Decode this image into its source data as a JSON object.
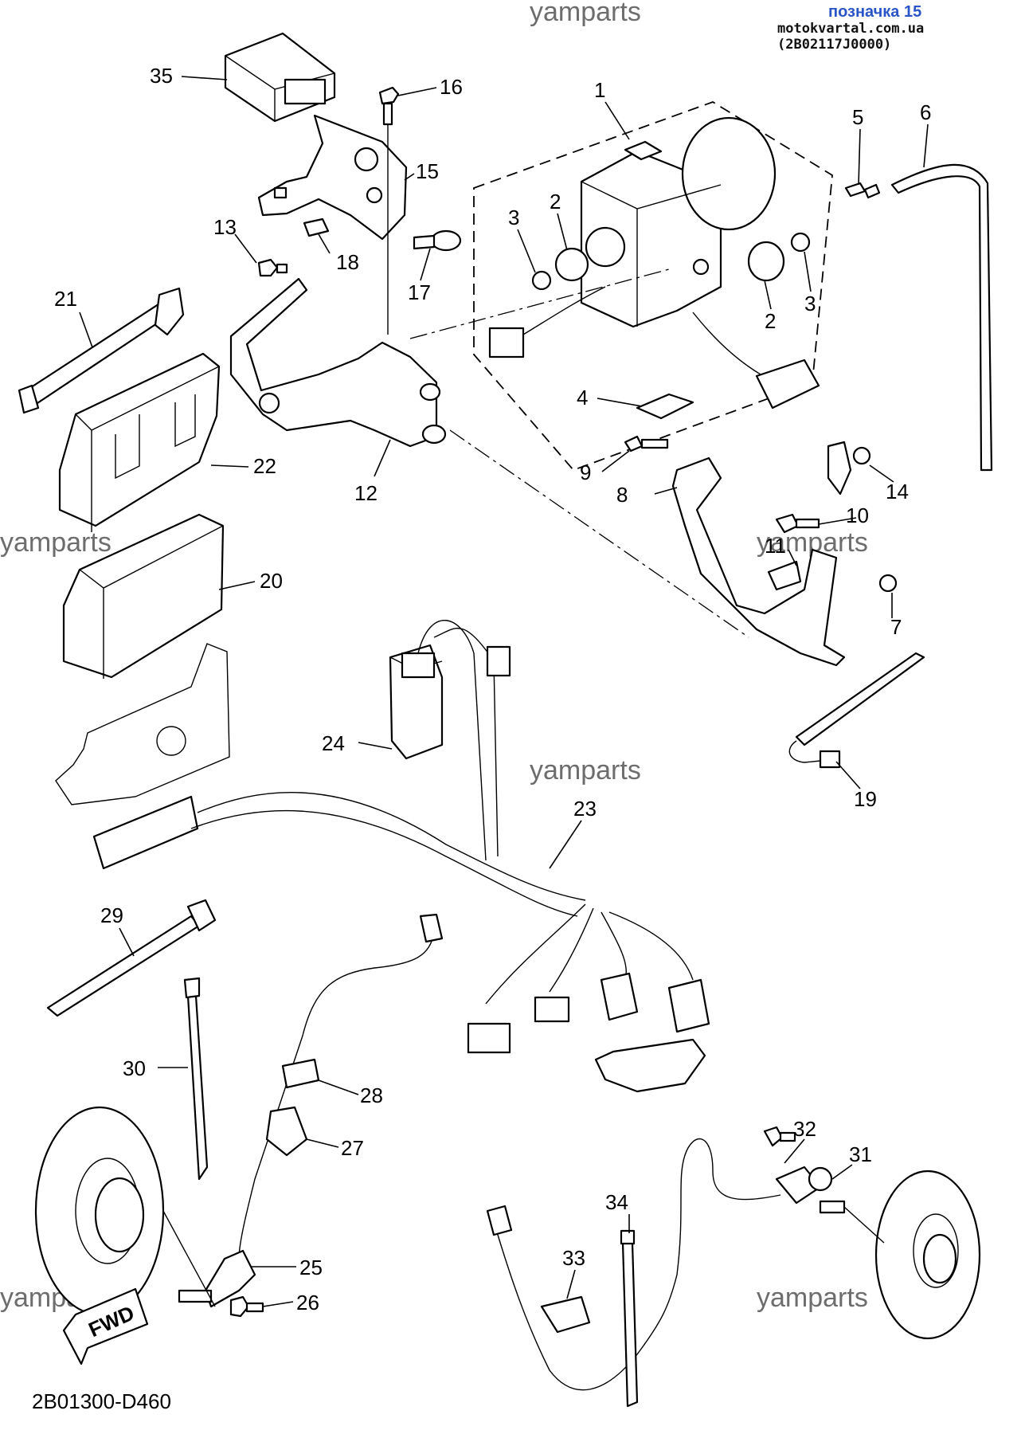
{
  "header": {
    "label": "позначка 15",
    "source": "motokvartal.com.ua (2B02117J0000)"
  },
  "watermark": "yamparts",
  "diagram_code": "2B01300-D460",
  "fwd_label": "FWD",
  "callouts": [
    "35",
    "16",
    "1",
    "5",
    "6",
    "15",
    "3",
    "2",
    "13",
    "18",
    "17",
    "21",
    "3",
    "2",
    "12",
    "22",
    "4",
    "9",
    "8",
    "14",
    "10",
    "11",
    "20",
    "7",
    "24",
    "19",
    "23",
    "29",
    "30",
    "28",
    "27",
    "25",
    "26",
    "32",
    "31",
    "34",
    "33"
  ]
}
